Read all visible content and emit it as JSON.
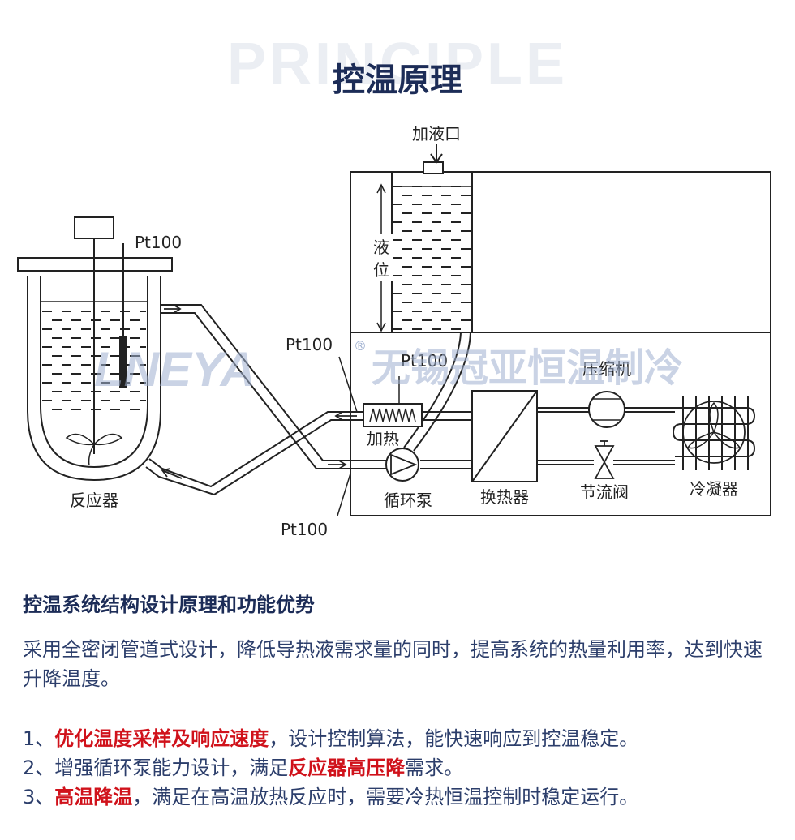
{
  "header": {
    "background_word": "PRINCIPLE",
    "title": "控温原理"
  },
  "diagram": {
    "fill_port": "加液口",
    "liquid_level": [
      "液",
      "位"
    ],
    "reactor_label": "反应器",
    "sensor_reactor": "Pt100",
    "sensor_heater_in": "Pt100",
    "sensor_heater": "Pt100",
    "sensor_pump": "Pt100",
    "heater_label": "加热",
    "pump_label": "循环泵",
    "heat_exchanger_label": "换热器",
    "compressor_label": "压缩机",
    "throttle_valve_label": "节流阀",
    "condenser_label": "冷凝器",
    "watermark_en": "LNEYA",
    "watermark_registered": "®",
    "watermark_cn": "无锡冠亚恒温制冷"
  },
  "section": {
    "title": "控温系统结构设计原理和功能优势",
    "intro": "采用全密闭管道式设计，降低导热液需求量的同时，提高系统的热量利用率，达到快速升降温度。"
  },
  "features": [
    {
      "num": "1、",
      "highlight": "优化温度采样及响应速度",
      "rest": "，设计控制算法，能快速响应到控温稳定。"
    },
    {
      "num": "2、",
      "pre": "增强循环泵能力设计，满足",
      "highlight": "反应器高压降",
      "rest": "需求。"
    },
    {
      "num": "3、",
      "highlight": "高温降温",
      "rest": "，满足在高温放热反应时，需要冷热恒温控制时稳定运行。"
    }
  ],
  "colors": {
    "title": "#1c2c57",
    "body_text": "#2c3e6b",
    "highlight": "#d0121b",
    "watermark": "#9fb0d0"
  }
}
